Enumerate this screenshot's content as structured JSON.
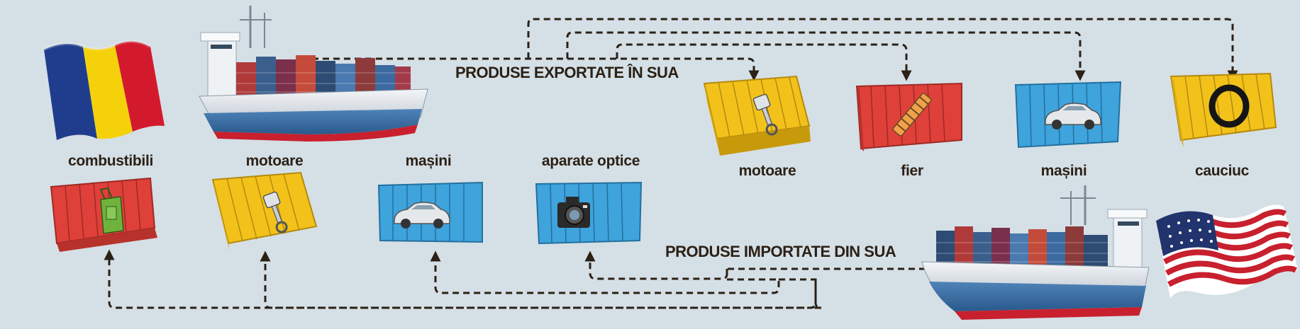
{
  "export_flow": {
    "title": "PRODUSE EXPORTATE ÎN SUA",
    "products": [
      {
        "label": "motoare",
        "container_color": "#f2c21b",
        "icon": "piston-icon"
      },
      {
        "label": "fier",
        "container_color": "#e0403a",
        "icon": "spring-icon"
      },
      {
        "label": "mașini",
        "container_color": "#3fa3dc",
        "icon": "car-icon"
      },
      {
        "label": "cauciuc",
        "container_color": "#f2c21b",
        "icon": "tire-icon"
      }
    ]
  },
  "import_flow": {
    "title": "PRODUSE IMPORTATE DIN SUA",
    "products": [
      {
        "label": "combustibili",
        "container_color": "#e0403a",
        "icon": "fuel-can-icon"
      },
      {
        "label": "motoare",
        "container_color": "#f2c21b",
        "icon": "piston-icon"
      },
      {
        "label": "mașini",
        "container_color": "#3fa3dc",
        "icon": "car-icon"
      },
      {
        "label": "aparate optice",
        "container_color": "#3fa3dc",
        "icon": "camera-icon"
      }
    ]
  },
  "flags": [
    {
      "country": "Romania",
      "icon": "romania-flag-icon"
    },
    {
      "country": "USA",
      "icon": "usa-flag-icon"
    }
  ],
  "ships": [
    {
      "icon": "cargo-ship-icon",
      "direction": "export"
    },
    {
      "icon": "cargo-ship-icon",
      "direction": "import"
    }
  ],
  "colors": {
    "background": "#d5dfe6",
    "arrow": "#2b2115",
    "text": "#2b2115"
  }
}
